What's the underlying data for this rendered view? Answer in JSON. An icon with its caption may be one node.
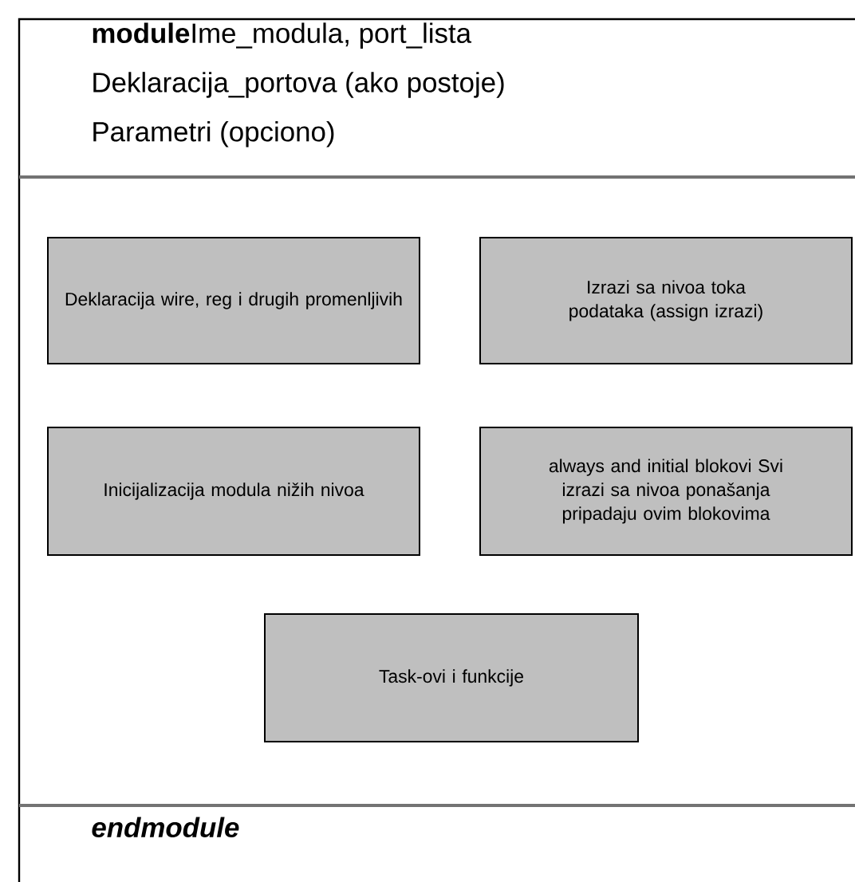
{
  "diagram": {
    "nodes": [
      {
        "text": [
          "**module**Ime_modula, port_lista",
          "Deklaracija_portova (ako postoje)",
          "Parametri (opciono)"
        ]
      },
      {
        "text": [
          "Deklaracija wire, reg i drugih promenljivih"
        ]
      },
      {
        "text": [
          "Izrazi sa nivoa toka podataka (assign izrazi)"
        ]
      },
      {
        "text": [
          "Inicijalizacija modula nižih nivoa"
        ]
      },
      {
        "text": [
          "always and initial blokovi Svi izrazi sa nivoa ponašanja pripadaju ovim blokovima"
        ]
      },
      {
        "text": [
          "Task-ovi i funkcije"
        ]
      },
      {
        "text": [
          "endmodule"
        ]
      }
    ]
  }
}
